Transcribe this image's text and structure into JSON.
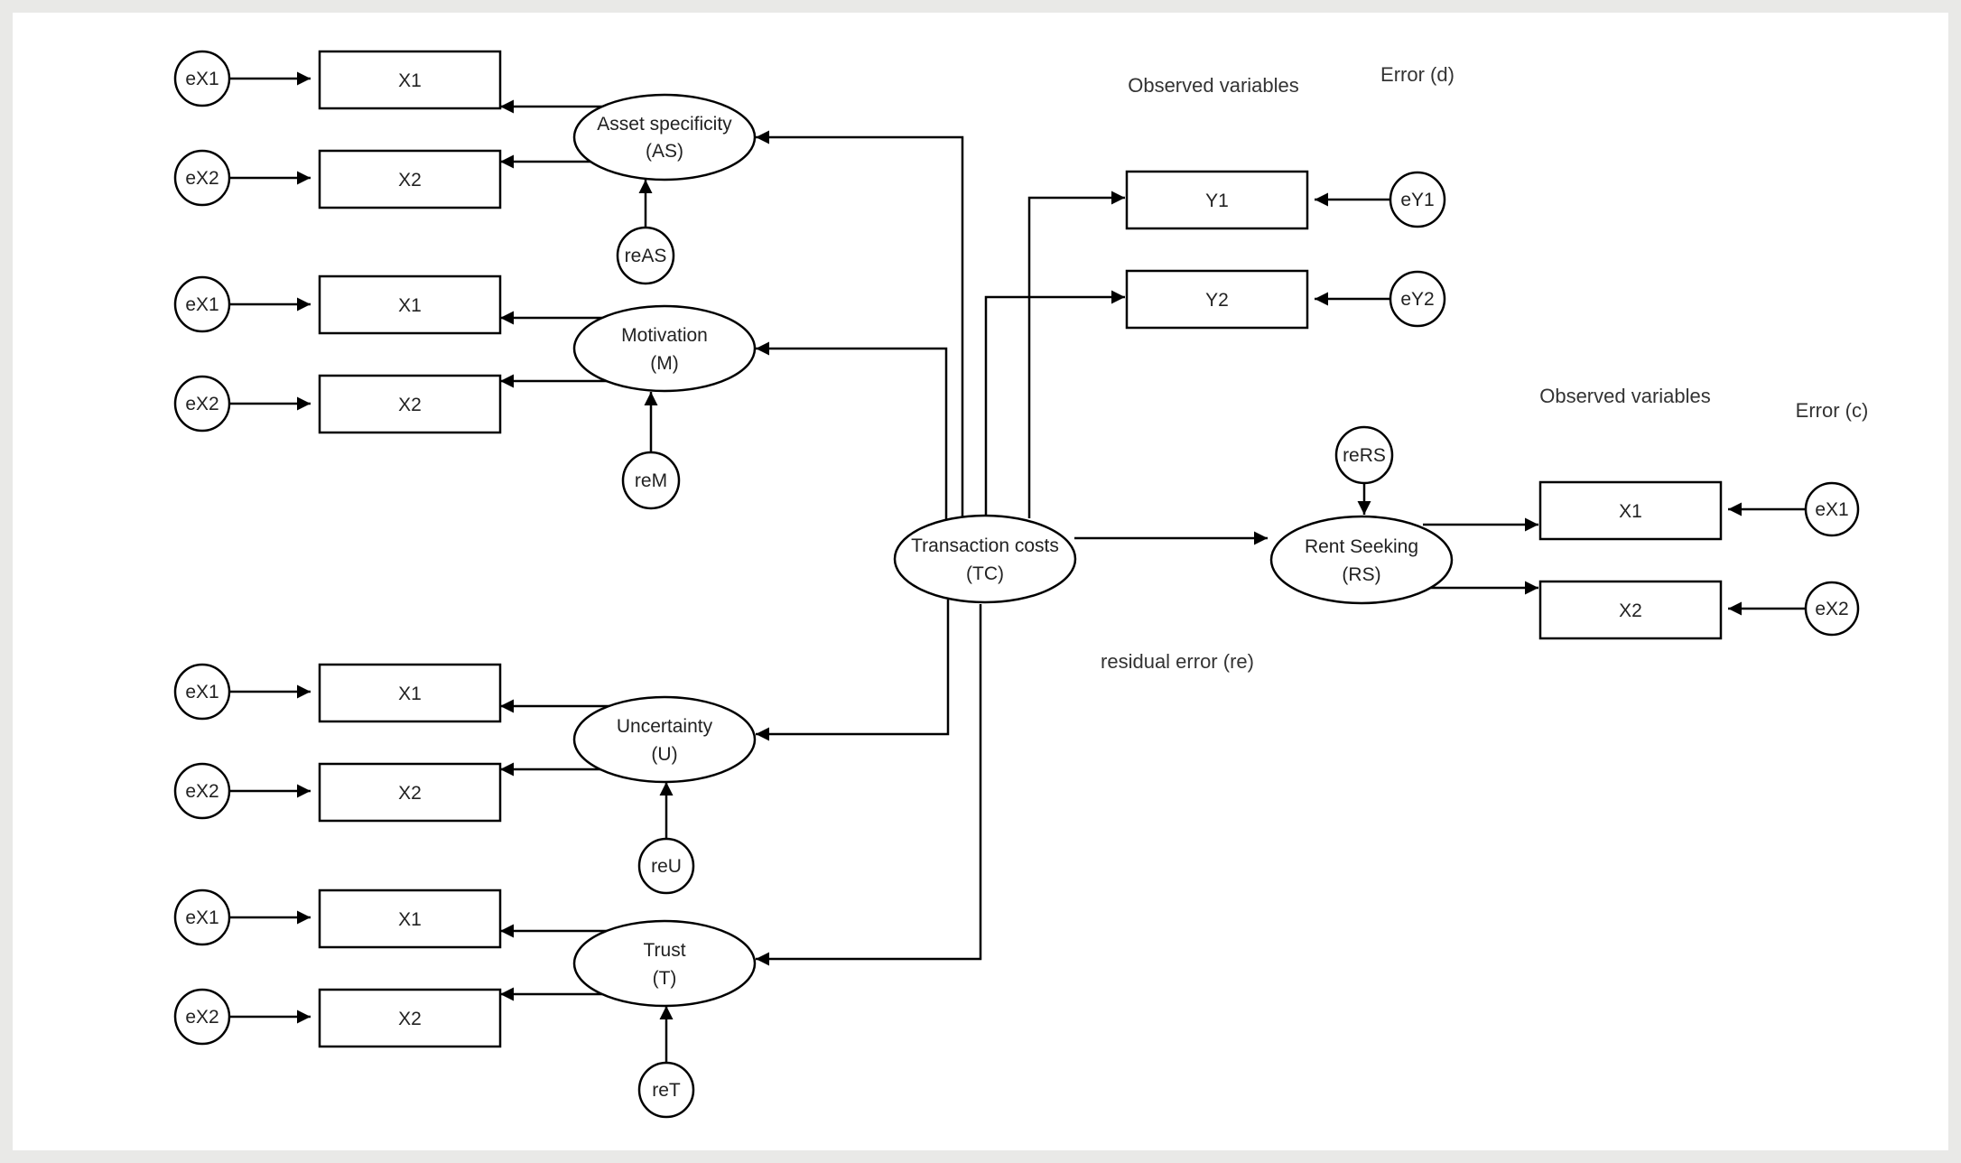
{
  "labels": {
    "observed_top": "Observed variables",
    "error_d": "Error (d)",
    "observed_right": "Observed variables",
    "error_c": "Error (c)",
    "residual": "residual error (re)"
  },
  "factors": {
    "as": {
      "line1": "Asset specificity",
      "line2": "(AS)",
      "residual": "reAS"
    },
    "m": {
      "line1": "Motivation",
      "line2": "(M)",
      "residual": "reM"
    },
    "u": {
      "line1": "Uncertainty",
      "line2": "(U)",
      "residual": "reU"
    },
    "t": {
      "line1": "Trust",
      "line2": "(T)",
      "residual": "reT"
    }
  },
  "left_indicators": {
    "x1": "X1",
    "x2": "X2",
    "ex1": "eX1",
    "ex2": "eX2"
  },
  "tc": {
    "line1": "Transaction costs",
    "line2": "(TC)"
  },
  "tc_indicators": {
    "y1": "Y1",
    "y2": "Y2",
    "ey1": "eY1",
    "ey2": "eY2"
  },
  "rs": {
    "line1": "Rent Seeking",
    "line2": "(RS)",
    "residual": "reRS"
  },
  "rs_indicators": {
    "x1": "X1",
    "x2": "X2",
    "ex1": "eX1",
    "ex2": "eX2"
  }
}
